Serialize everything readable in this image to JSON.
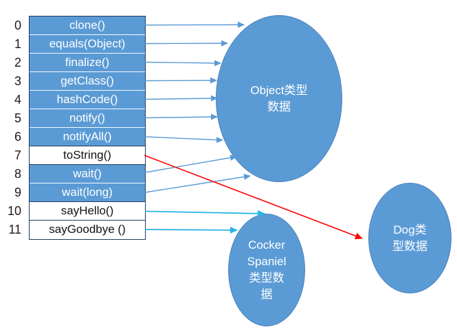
{
  "vtable": {
    "rows": [
      {
        "index": "0",
        "label": "clone()",
        "bg": "blue"
      },
      {
        "index": "1",
        "label": "equals(Object)",
        "bg": "blue"
      },
      {
        "index": "2",
        "label": "finalize()",
        "bg": "blue"
      },
      {
        "index": "3",
        "label": "getClass()",
        "bg": "blue"
      },
      {
        "index": "4",
        "label": "hashCode()",
        "bg": "blue"
      },
      {
        "index": "5",
        "label": "notify()",
        "bg": "blue"
      },
      {
        "index": "6",
        "label": "notifyAll()",
        "bg": "blue"
      },
      {
        "index": "7",
        "label": "toString()",
        "bg": "white"
      },
      {
        "index": "8",
        "label": "wait()",
        "bg": "blue"
      },
      {
        "index": "9",
        "label": "wait(long)",
        "bg": "blue"
      },
      {
        "index": "10",
        "label": "sayHello()",
        "bg": "white"
      },
      {
        "index": "11",
        "label": "sayGoodbye ()",
        "bg": "white"
      }
    ]
  },
  "ellipses": {
    "object_type": {
      "label": "Object类型\n数据"
    },
    "cocker_spaniel_type": {
      "label": "Cocker\nSpaniel\n类型数\n据"
    },
    "dog_type": {
      "label": "Dog类\n型数据"
    }
  },
  "colors": {
    "fill_blue": "#5b9bd5",
    "ellipse_border": "#4a7ebc",
    "table_border": "#1f3a5f",
    "arrow_blue": "#5b9bd5",
    "arrow_cyan": "#29b5e2",
    "arrow_red": "#ff0000"
  }
}
